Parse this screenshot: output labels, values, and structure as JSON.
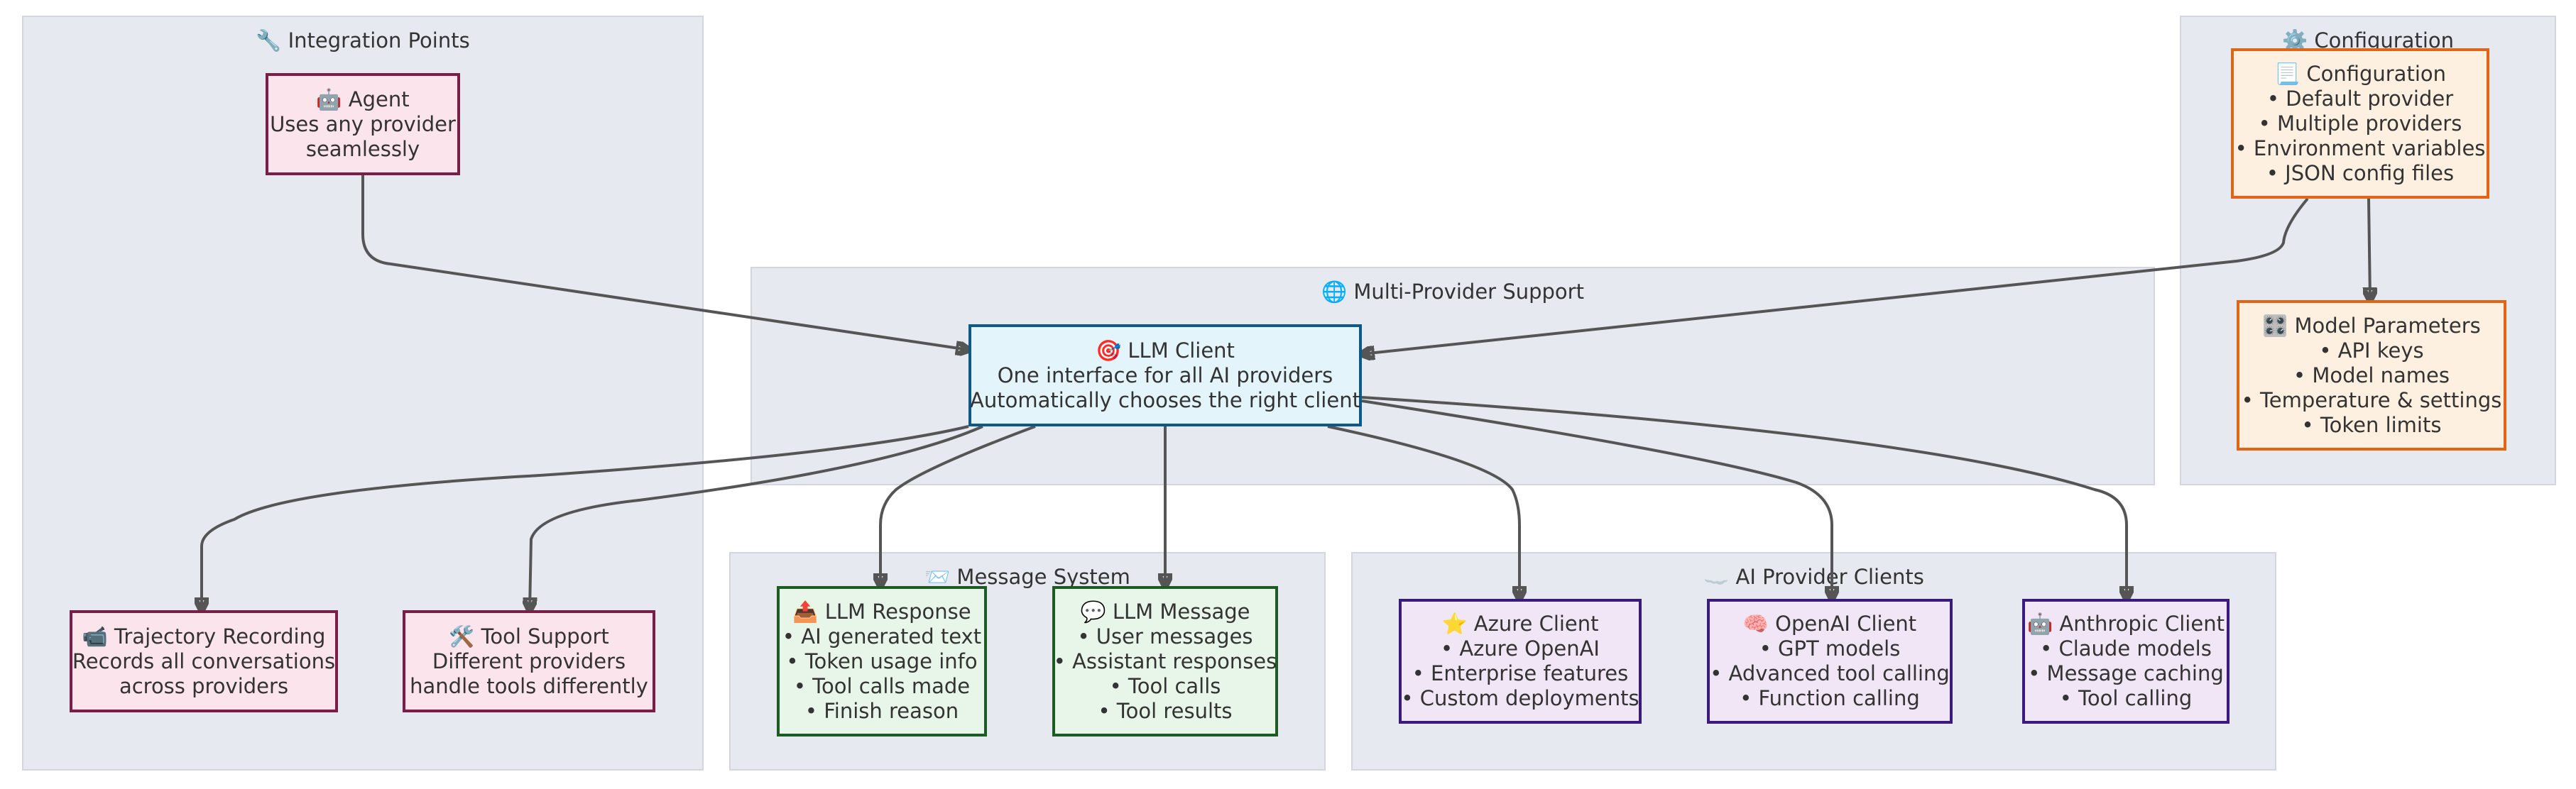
{
  "groups": {
    "integration": {
      "title": "🔧 Integration Points"
    },
    "configuration": {
      "title": "⚙️ Configuration"
    },
    "multi_provider": {
      "title": "🌐 Multi-Provider Support"
    },
    "message_system": {
      "title": "📨 Message System"
    },
    "provider_clients": {
      "title": "☁️ AI Provider Clients"
    }
  },
  "nodes": {
    "agent": [
      "🤖 Agent",
      "Uses any provider",
      "seamlessly"
    ],
    "trajectory": [
      "📹 Trajectory Recording",
      "Records all conversations",
      "across providers"
    ],
    "tool_support": [
      "🛠️ Tool Support",
      "Different providers",
      "handle tools differently"
    ],
    "llm_client": [
      "🎯 LLM Client",
      "One interface for all AI providers",
      "Automatically chooses the right client"
    ],
    "config": [
      "📃 Configuration",
      "• Default provider",
      "• Multiple providers",
      "• Environment variables",
      "• JSON config files"
    ],
    "model_params": [
      "🎛️ Model Parameters",
      "• API keys",
      "• Model names",
      "• Temperature & settings",
      "• Token limits"
    ],
    "llm_response": [
      "📤 LLM Response",
      "• AI generated text",
      "• Token usage info",
      "• Tool calls made",
      "• Finish reason"
    ],
    "llm_message": [
      "💬 LLM Message",
      "• User messages",
      "• Assistant responses",
      "• Tool calls",
      "• Tool results"
    ],
    "azure": [
      "⭐ Azure Client",
      "• Azure OpenAI",
      "• Enterprise features",
      "• Custom deployments"
    ],
    "openai": [
      "🧠 OpenAI Client",
      "• GPT models",
      "• Advanced tool calling",
      "• Function calling"
    ],
    "anthropic": [
      "🤖 Anthropic Client",
      "• Claude models",
      "• Message caching",
      "• Tool calling"
    ]
  },
  "edges": [
    [
      "agent",
      "llm_client"
    ],
    [
      "config",
      "llm_client"
    ],
    [
      "config",
      "model_params"
    ],
    [
      "llm_client",
      "trajectory"
    ],
    [
      "llm_client",
      "tool_support"
    ],
    [
      "llm_client",
      "llm_response"
    ],
    [
      "llm_client",
      "llm_message"
    ],
    [
      "llm_client",
      "azure"
    ],
    [
      "llm_client",
      "openai"
    ],
    [
      "llm_client",
      "anthropic"
    ]
  ],
  "colors": {
    "group_bg": "#e6e9ef",
    "edge": "#555555",
    "pink": "#fce4ec",
    "blue": "#e3f4fb",
    "orange": "#fdf0e0",
    "green": "#e8f5e9",
    "purple": "#f0e6f6"
  }
}
